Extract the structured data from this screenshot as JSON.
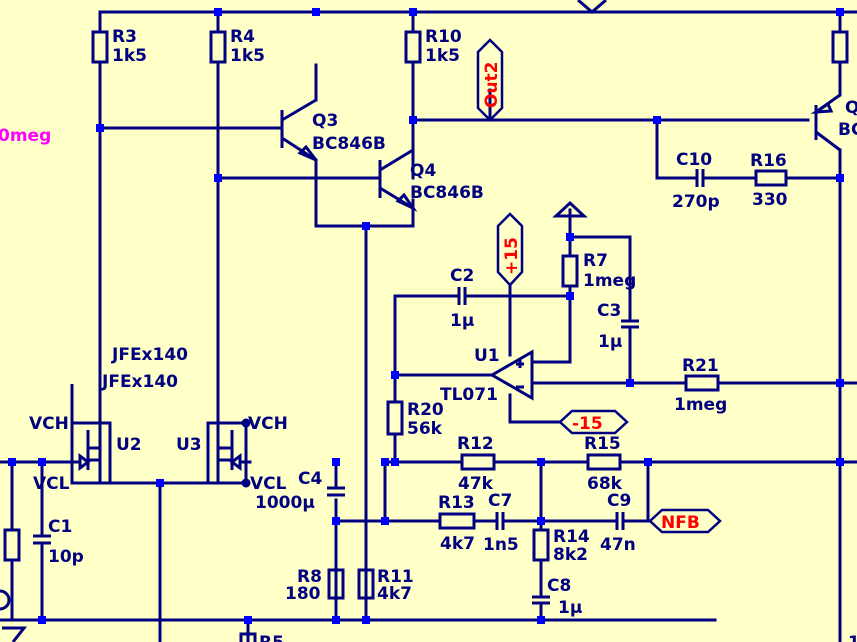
{
  "colors": {
    "background": "#ffffc8",
    "wire": "#000080",
    "junction": "#0000ff",
    "netlabel": "#ff0000",
    "magenta": "#ff00ff"
  },
  "labels": {
    "meg_partial": "0meg",
    "R3_name": "R3",
    "R3_val": "1k5",
    "R4_name": "R4",
    "R4_val": "1k5",
    "R10_name": "R10",
    "R10_val": "1k5",
    "Q3_name": "Q3",
    "Q3_val": "BC846B",
    "Q4_name": "Q4",
    "Q4_val": "BC846B",
    "Q_right_name": "Q",
    "Q_right_val": "BC",
    "C10_name": "C10",
    "C10_val": "270p",
    "R16_name": "R16",
    "R16_val": "330",
    "R7_name": "R7",
    "R7_val": "1meg",
    "C2_name": "C2",
    "C2_val": "1µ",
    "C3_name": "C3",
    "C3_val": "1µ",
    "U1_name": "U1",
    "U1_val": "TL071",
    "R21_name": "R21",
    "R21_val": "1meg",
    "R20_name": "R20",
    "R20_val": "56k",
    "R12_name": "R12",
    "R12_val": "47k",
    "R15_name": "R15",
    "R15_val": "68k",
    "R13_name": "R13",
    "R13_val": "4k7",
    "C7_name": "C7",
    "C7_val": "1n5",
    "C9_name": "C9",
    "C9_val": "47n",
    "R14_name": "R14",
    "R14_val": "8k2",
    "C8_name": "C8",
    "C8_val": "1µ",
    "C4_name": "C4",
    "C4_val": "1000µ",
    "R8_name": "R8",
    "R8_val": "180",
    "R11_name": "R11",
    "R11_val": "4k7",
    "C1_name": "C1",
    "C1_val": "10p",
    "U2_name": "U2",
    "U3_name": "U3",
    "jfe_1": "JFEx140",
    "jfe_2": "JFEx140",
    "vch_left": "VCH",
    "vcl_left": "VCL",
    "vch_right": "VCH",
    "vcl_right": "VCL",
    "R5_partial": "R5",
    "partial_right_bottom": "1"
  },
  "net_labels": {
    "out2": "Out2",
    "plus15": "+15",
    "minus15": "-15",
    "nfb": "NFB"
  }
}
